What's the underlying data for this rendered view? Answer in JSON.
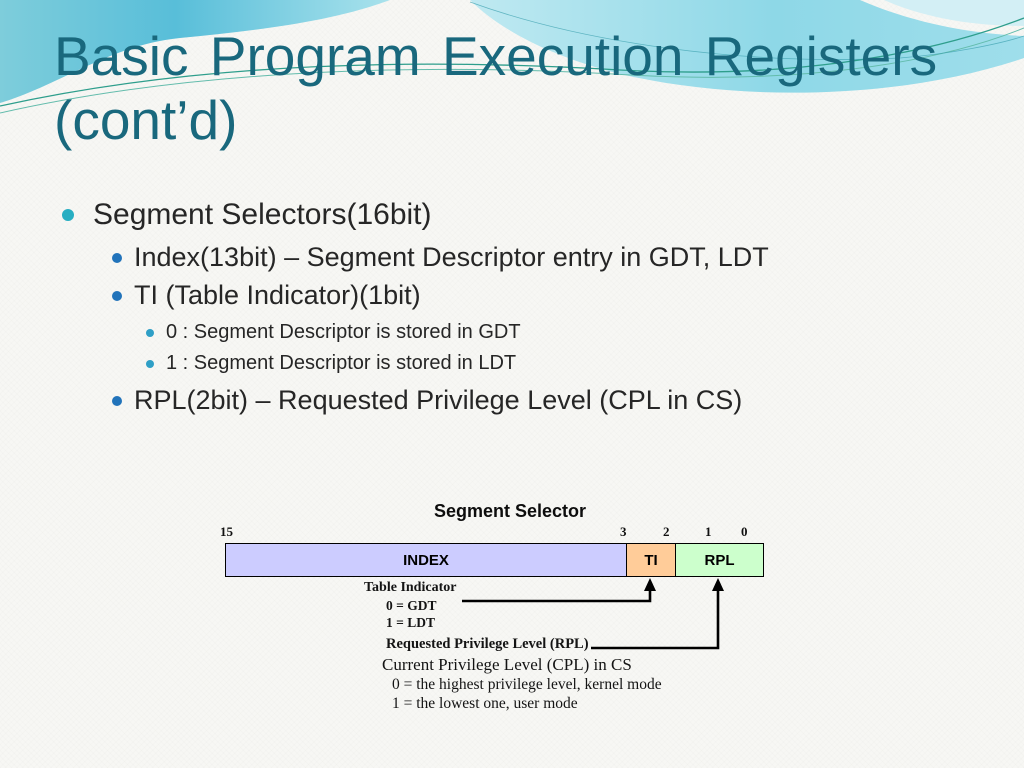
{
  "slide": {
    "title": {
      "line1": "Basic Program Execution Registers",
      "line2": "(cont’d)"
    },
    "bullets": [
      {
        "level": 1,
        "text": "Segment Selectors(16bit)"
      },
      {
        "level": 2,
        "text": "Index(13bit) – Segment Descriptor entry in GDT, LDT"
      },
      {
        "level": 2,
        "text": "TI (Table Indicator)(1bit)"
      },
      {
        "level": 3,
        "text": "0 : Segment Descriptor is stored in GDT"
      },
      {
        "level": 3,
        "text": "1 : Segment Descriptor is stored in LDT"
      },
      {
        "level": 2,
        "text": "RPL(2bit) – Requested Privilege Level (CPL in CS)"
      }
    ],
    "diagram": {
      "title": "Segment Selector",
      "bit_labels": [
        "15",
        "3",
        "2",
        "1",
        "0"
      ],
      "fields": [
        {
          "name": "INDEX",
          "color": "#CCCCFF"
        },
        {
          "name": "TI",
          "color": "#FFCC99"
        },
        {
          "name": "RPL",
          "color": "#CCFFCC"
        }
      ],
      "table_indicator": {
        "label": "Table Indicator",
        "line1": "0 = GDT",
        "line2": "1 = LDT"
      },
      "rpl_note": {
        "label": "Requested Privilege Level (RPL)",
        "line1": "Current Privilege Level (CPL) in CS",
        "line2": "0 = the highest privilege level, kernel mode",
        "line3": "1 = the lowest one, user mode"
      }
    },
    "colors": {
      "title_text": "#19687D",
      "body_text": "#262626",
      "bullet_l1": "#27AEC2",
      "bullet_l2": "#2173BA",
      "bullet_l3": "#2F9FC6",
      "wave_main": "#58BED9",
      "wave_light": "#A9E2EC",
      "field_index": "#CCCCFF",
      "field_ti": "#FFCC99",
      "field_rpl": "#CCFFCC",
      "background": "#F7F7F4"
    }
  }
}
